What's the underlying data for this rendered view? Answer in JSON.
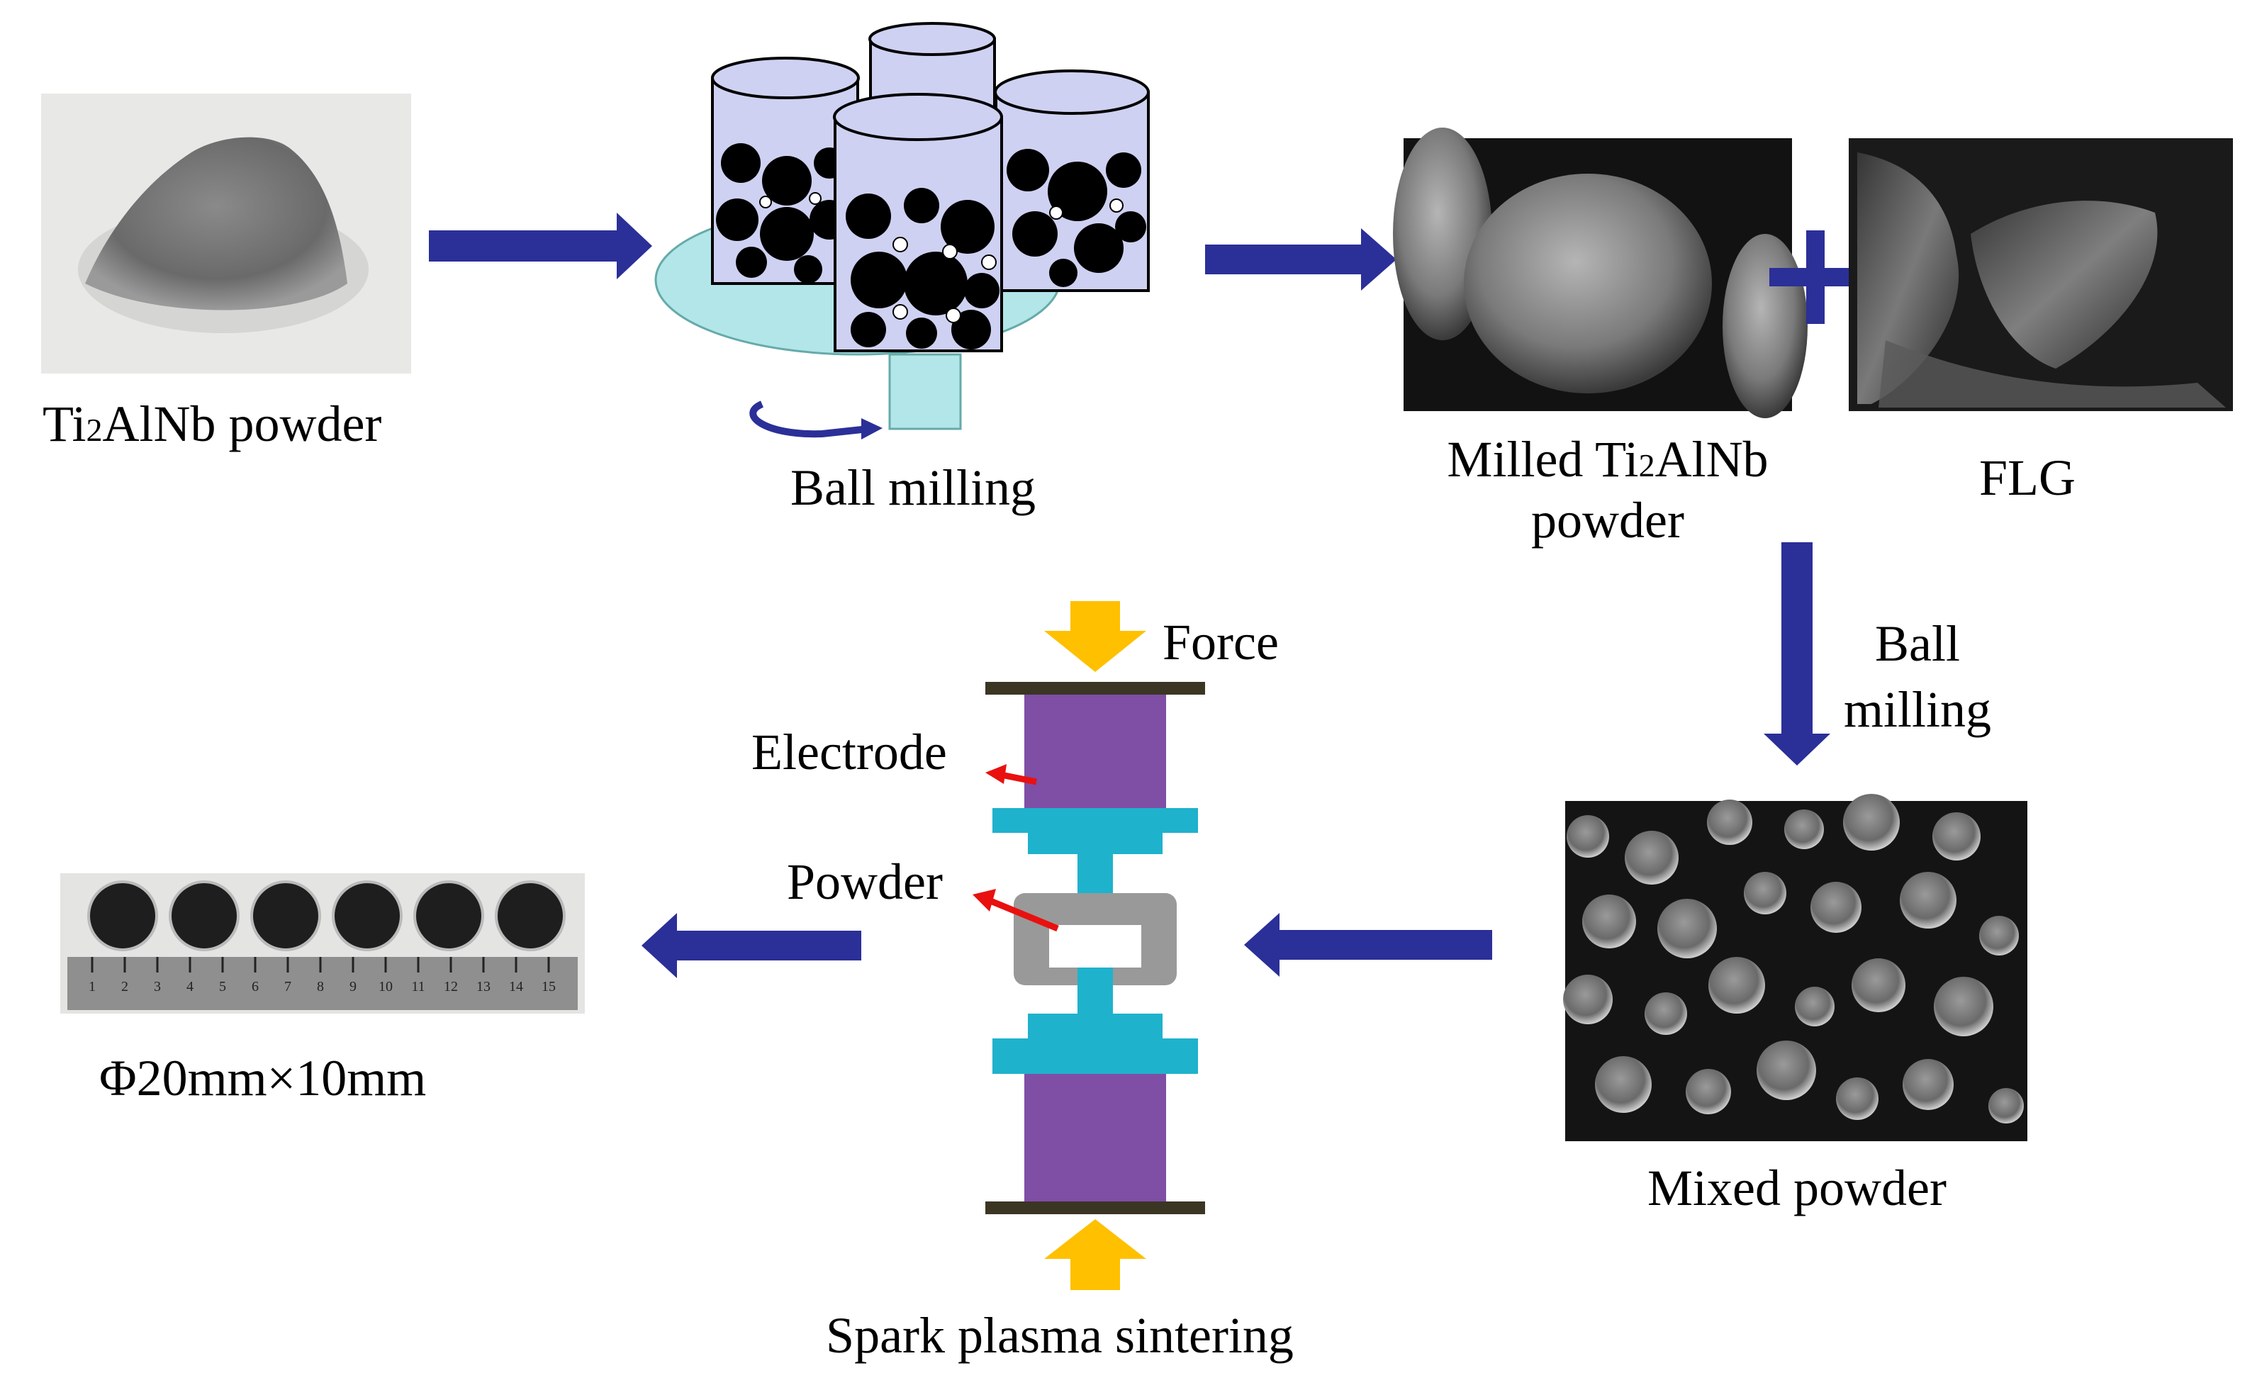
{
  "steps": {
    "raw_powder": {
      "prefix": "Ti",
      "sub": "2",
      "suffix": "AlNb powder"
    },
    "ball_milling_1": "Ball milling",
    "milled_powder": {
      "line1_prefix": "Milled Ti",
      "line1_sub": "2",
      "line1_suffix": "AlNb",
      "line2": "powder"
    },
    "flg": "FLG",
    "ball_milling_2": {
      "line1": "Ball",
      "line2": "milling"
    },
    "mixed_powder": "Mixed powder",
    "sps": "Spark plasma sintering",
    "product": "Φ20mm×10mm"
  },
  "sps_labels": {
    "force": "Force",
    "electrode": "Electrode",
    "powder": "Powder"
  },
  "ruler_ticks": [
    "1",
    "2",
    "3",
    "4",
    "5",
    "6",
    "7",
    "8",
    "9",
    "10",
    "11",
    "12",
    "13",
    "14",
    "15"
  ],
  "colors": {
    "arrow": "#2b2f98",
    "force_arrow": "#ffc000",
    "electrode": "#7f4ea5",
    "die": "#1fb2cc",
    "mold": "#999999",
    "plate": "#3b3524",
    "pointer": "#e8110f",
    "jar": "#cfd1f2",
    "turntable": "#b3e6e8"
  }
}
